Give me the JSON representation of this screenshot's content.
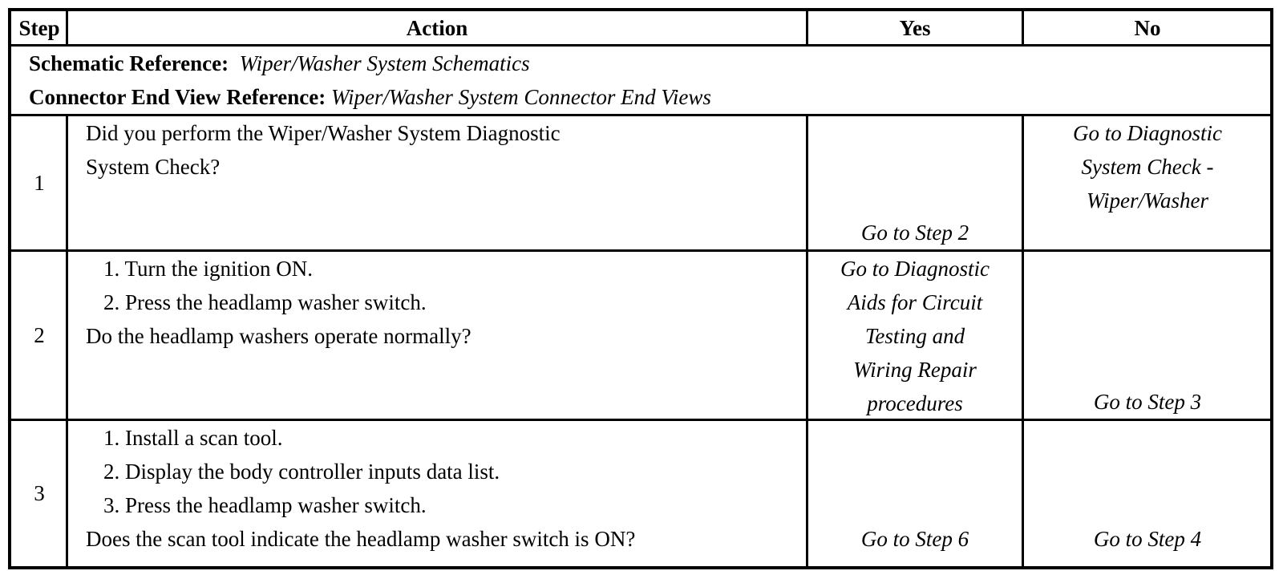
{
  "header": {
    "step": "Step",
    "action": "Action",
    "yes": "Yes",
    "no": "No"
  },
  "references": {
    "schematic_label": "Schematic Reference:",
    "schematic_value": "Wiper/Washer System Schematics",
    "connector_label": "Connector End View Reference:",
    "connector_value": "Wiper/Washer System Connector End Views"
  },
  "steps": [
    {
      "number": "1",
      "action_lines": [
        "Did you perform the Wiper/Washer System Diagnostic",
        "System Check?"
      ],
      "yes_lines": [
        "Go to Step 2"
      ],
      "no_lines": [
        "Go to Diagnostic",
        "System Check -",
        "Wiper/Washer"
      ]
    },
    {
      "number": "2",
      "action_lines": [
        "1. Turn the ignition ON.",
        "2. Press the headlamp washer switch.",
        "Do the headlamp washers operate normally?"
      ],
      "yes_lines": [
        "Go to  Diagnostic",
        "Aids for Circuit",
        "Testing and",
        "Wiring Repair",
        "procedures"
      ],
      "no_lines": [
        "Go to Step 3"
      ]
    },
    {
      "number": "3",
      "action_lines": [
        "1. Install a scan tool.",
        "2. Display the body controller inputs data list.",
        "3. Press the headlamp washer switch.",
        "Does the scan tool indicate the headlamp washer switch is ON?"
      ],
      "yes_lines": [
        "Go to Step 6"
      ],
      "no_lines": [
        "Go to Step 4"
      ]
    }
  ]
}
